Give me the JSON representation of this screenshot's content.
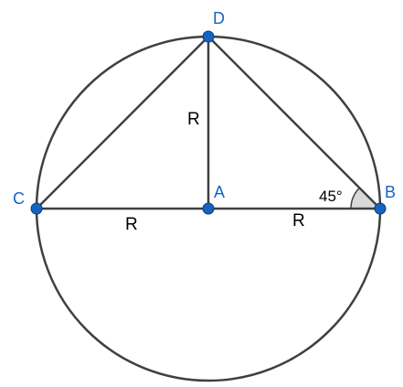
{
  "diagram": {
    "points": {
      "A": {
        "label": "A"
      },
      "B": {
        "label": "B"
      },
      "C": {
        "label": "C"
      },
      "D": {
        "label": "D"
      }
    },
    "segment_labels": {
      "AD": "R",
      "CA": "R",
      "AB": "R"
    },
    "angle_label": "45°",
    "colors": {
      "point_fill": "#1565c0",
      "point_label": "#1565c0",
      "stroke": "#404040",
      "text": "#000000",
      "angle_fill": "#d9d9d9"
    }
  }
}
